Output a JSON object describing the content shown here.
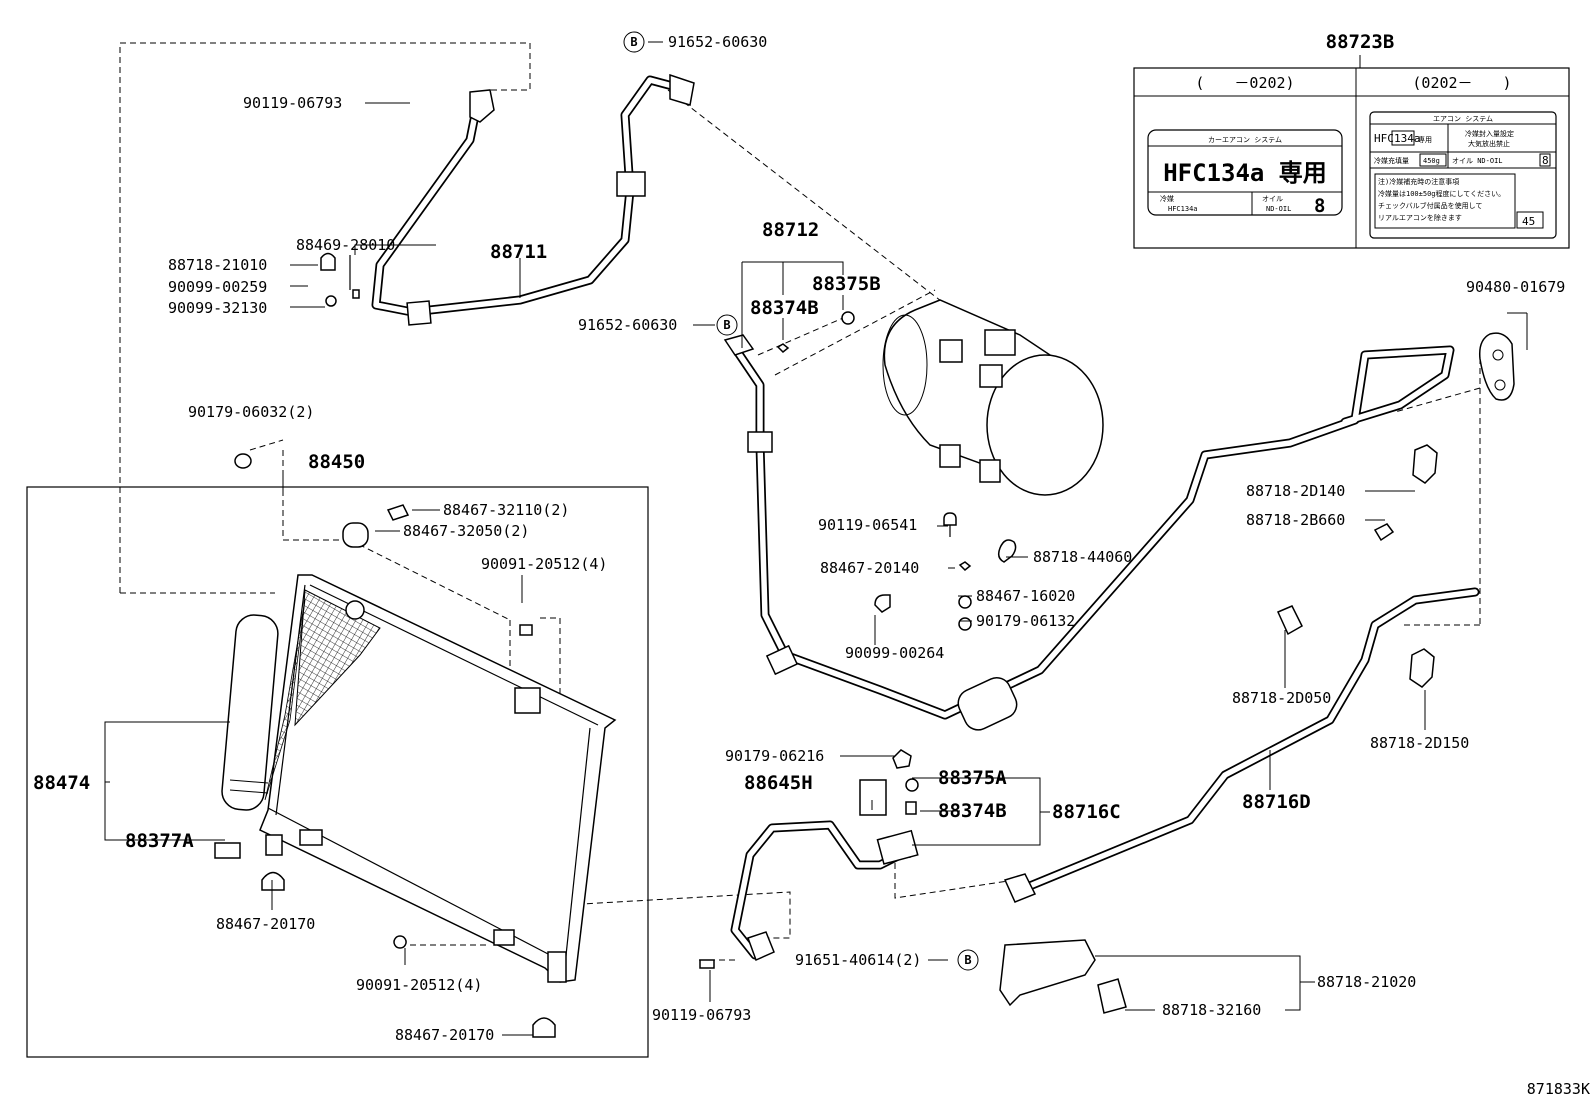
{
  "diagram_code": "871833K",
  "labels": {
    "l_90119_06793_top": "90119-06793",
    "l_88469": "88469-28010",
    "l_88718_21010": "88718-21010",
    "l_90099_00259": "90099-00259",
    "l_90099_32130": "90099-32130",
    "l_88711": "88711",
    "l_91652_b_top": "91652-60630",
    "l_88712": "88712",
    "l_88375B": "88375B",
    "l_88374B_top": "88374B",
    "l_91652_b_mid": "91652-60630",
    "l_90179_06032": "90179-06032(2)",
    "l_88450": "88450",
    "l_88467_32110": "88467-32110(2)",
    "l_88467_32050": "88467-32050(2)",
    "l_90091_top": "90091-20512(4)",
    "l_88474": "88474",
    "l_88377A": "88377A",
    "l_88467_20170_a": "88467-20170",
    "l_90091_bot": "90091-20512(4)",
    "l_88467_20170_b": "88467-20170",
    "l_90119_06541": "90119-06541",
    "l_88467_20140": "88467-20140",
    "l_88718_44060": "88718-44060",
    "l_88467_16020": "88467-16020",
    "l_90099_00264": "90099-00264",
    "l_90179_06132": "90179-06132",
    "l_90480": "90480-01679",
    "l_88718_2D140": "88718-2D140",
    "l_88718_2B660": "88718-2B660",
    "l_88718_2D050": "88718-2D050",
    "l_88718_2D150": "88718-2D150",
    "l_88716D": "88716D",
    "l_90179_06216": "90179-06216",
    "l_88645H": "88645H",
    "l_88375A": "88375A",
    "l_88374B_bot": "88374B",
    "l_88716C": "88716C",
    "l_90119_06793_bot": "90119-06793",
    "l_91651": "91651-40614(2)",
    "l_88718_21020": "88718-21020",
    "l_88718_32160": "88718-32160"
  },
  "circle_marker": "B",
  "label_box": {
    "title": "88723B",
    "left_header": "(　　－0202)",
    "right_header": "(0202－　　)",
    "left_decal": {
      "top": "カーエアコン システム",
      "main": "HFC134a 専用",
      "refrigerant_label": "冷媒",
      "refrigerant_value": "HFC134a",
      "oil_label": "オイル",
      "oil_value": "ND-OIL",
      "oil_code": "8"
    },
    "right_decal": {
      "title": "エアコン システム",
      "hfc": "HFC",
      "hfc_num": "134a",
      "hfc_suffix": "専用",
      "warning1": "冷媒封入量設定",
      "warning2": "大気放出禁止",
      "charge_label": "冷媒充填量",
      "charge_value": "450g",
      "oil_label": "オイル ND-OIL",
      "oil_code": "8",
      "note1": "注)冷媒補充時の注意事項",
      "note2": "冷媒量は100±50g程度にしてください。",
      "note3": "チェックバルブ付属品を使用して",
      "note4": "リアルエアコンを除きます",
      "num": "45"
    }
  }
}
